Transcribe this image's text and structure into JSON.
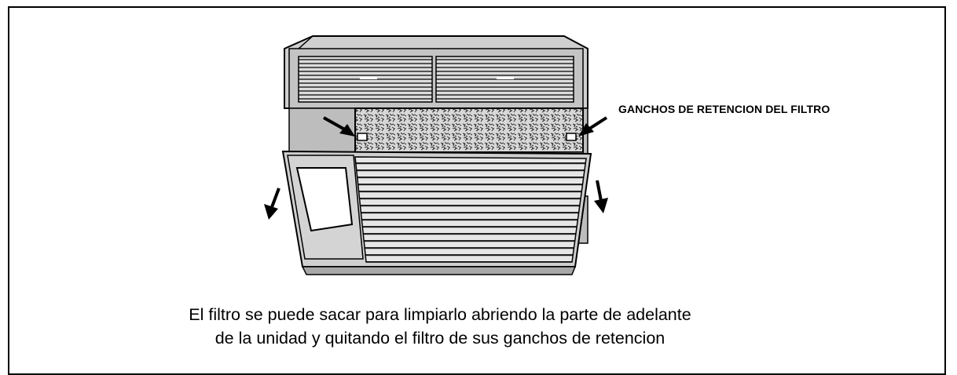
{
  "diagram": {
    "callout_label": "GANCHOS DE RETENCION DEL FILTRO",
    "caption_line_1": "El filtro se puede sacar para limpiarlo abriendo la parte de adelante",
    "caption_line_2": "de la unidad y quitando el filtro de sus ganchos de retencion"
  }
}
